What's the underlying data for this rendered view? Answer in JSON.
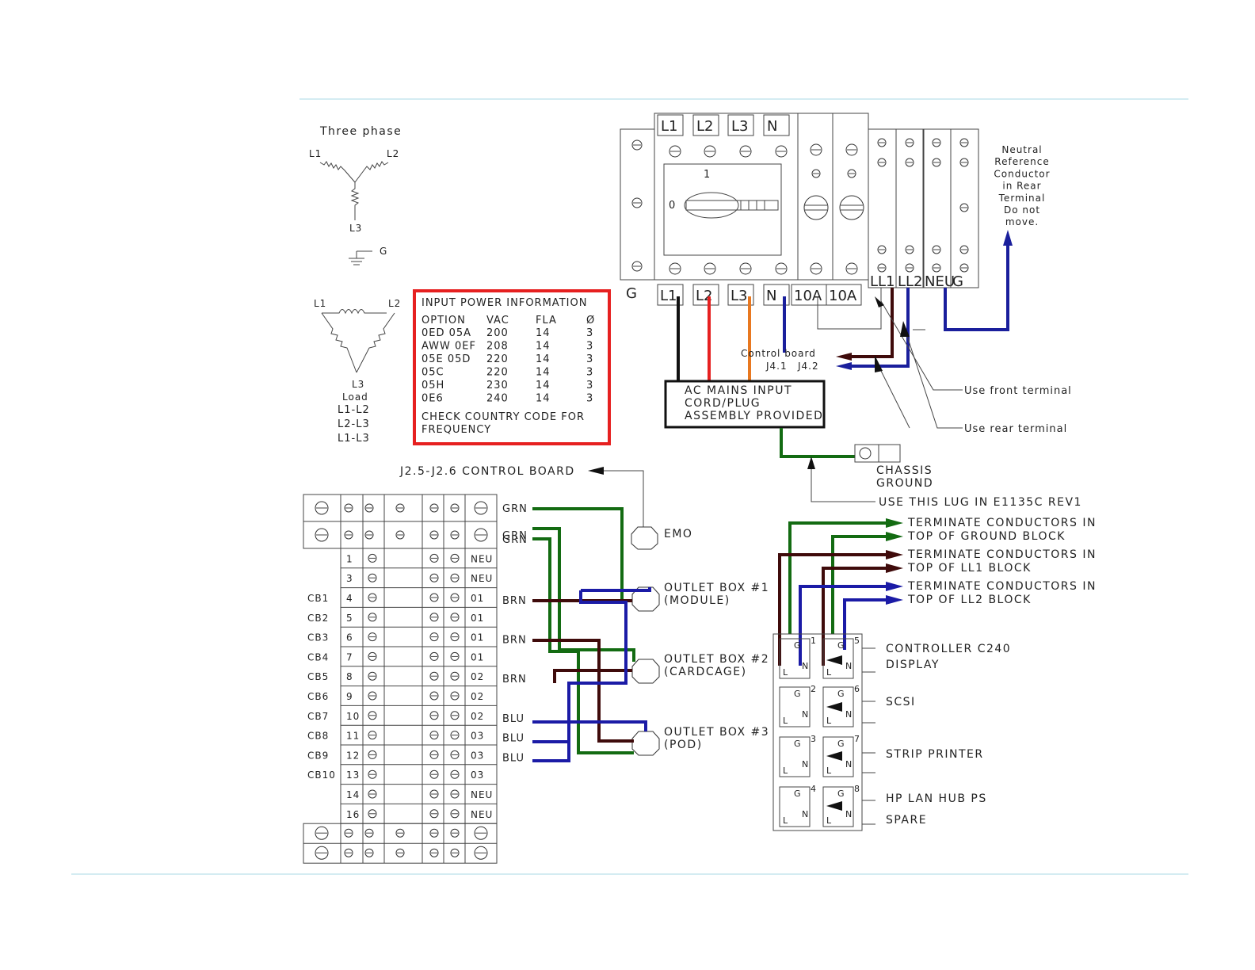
{
  "page": {
    "rule_color": "#a8d8e6"
  },
  "schematic": {
    "three_phase_title": "Three phase",
    "wye": {
      "l1": "L1",
      "l2": "L2",
      "l3": "L3",
      "g": "G"
    },
    "delta": {
      "l1": "L1",
      "l2": "L2",
      "l3": "L3",
      "load": "Load",
      "loads": [
        "L1-L2",
        "L2-L3",
        "L1-L3"
      ]
    }
  },
  "power_info": {
    "title": "INPUT POWER INFORMATION",
    "border_color": "#e62020",
    "headers": [
      "OPTION",
      "VAC",
      "FLA",
      "Ø"
    ],
    "rows": [
      [
        "0ED 05A",
        "200",
        "14",
        "3"
      ],
      [
        "AWW 0EF",
        "208",
        "14",
        "3"
      ],
      [
        "05E 05D",
        "220",
        "14",
        "3"
      ],
      [
        "05C",
        "220",
        "14",
        "3"
      ],
      [
        "05H",
        "230",
        "14",
        "3"
      ],
      [
        "0E6",
        "240",
        "14",
        "3"
      ]
    ],
    "note_line1": "CHECK COUNTRY CODE FOR",
    "note_line2": "FREQUENCY"
  },
  "breaker": {
    "top_labels": [
      "L1",
      "L2",
      "L3",
      "N"
    ],
    "bottom_labels": [
      "L1",
      "L2",
      "L3",
      "N",
      "10A",
      "10A"
    ],
    "g_label": "G",
    "switch_position": "1",
    "switch_off": "0",
    "block_labels": [
      "LL1",
      "LL2",
      "NEU",
      "G"
    ]
  },
  "neutral_note": [
    "Neutral",
    "Reference",
    "Conductor",
    "in Rear",
    "Terminal",
    "Do not",
    "move."
  ],
  "control_board": {
    "label": "Control board",
    "j41": "J4.1",
    "j42": "J4.2"
  },
  "terminals": {
    "front": "Use front terminal",
    "rear": "Use rear terminal"
  },
  "ac_mains": [
    "AC MAINS INPUT",
    "CORD/PLUG",
    "ASSEMBLY PROVIDED"
  ],
  "chassis": [
    "CHASSIS",
    "GROUND"
  ],
  "lug_note": "USE THIS LUG IN E1135C REV1",
  "terminate_notes": [
    [
      "TERMINATE CONDUCTORS IN",
      "TOP OF GROUND BLOCK"
    ],
    [
      "TERMINATE CONDUCTORS IN",
      "TOP OF LL1 BLOCK"
    ],
    [
      "TERMINATE CONDUCTORS IN",
      "TOP OF LL2 BLOCK"
    ]
  ],
  "control_board_emo": "J2.5-J2.6 CONTROL BOARD",
  "emo": "EMO",
  "outlets": [
    {
      "title": "OUTLET BOX #1",
      "sub": "(MODULE)"
    },
    {
      "title": "OUTLET BOX #2",
      "sub": "(CARDCAGE)"
    },
    {
      "title": "OUTLET BOX #3",
      "sub": "(POD)"
    }
  ],
  "wire_colors": {
    "grn": "#136b12",
    "brn": "#3f0b0b",
    "blu": "#1b1ba6",
    "red": "#e62020",
    "orange": "#e87820",
    "navy": "#1a1f9c"
  },
  "terminal_block": {
    "top_rows": [
      {
        "wire": "GRN"
      },
      {
        "wire": "GRN"
      },
      {
        "wire": "GRN"
      }
    ],
    "rows": [
      {
        "cb": "",
        "num": "1",
        "out": "NEU",
        "wire": ""
      },
      {
        "cb": "",
        "num": "3",
        "out": "NEU",
        "wire": ""
      },
      {
        "cb": "CB1",
        "num": "4",
        "out": "01",
        "wire": "BRN"
      },
      {
        "cb": "CB2",
        "num": "5",
        "out": "01",
        "wire": ""
      },
      {
        "cb": "CB3",
        "num": "6",
        "out": "01",
        "wire": "BRN"
      },
      {
        "cb": "CB4",
        "num": "7",
        "out": "01",
        "wire": ""
      },
      {
        "cb": "CB5",
        "num": "8",
        "out": "02",
        "wire": "BRN"
      },
      {
        "cb": "CB6",
        "num": "9",
        "out": "02",
        "wire": ""
      },
      {
        "cb": "CB7",
        "num": "10",
        "out": "02",
        "wire": "BLU"
      },
      {
        "cb": "CB8",
        "num": "11",
        "out": "03",
        "wire": "BLU"
      },
      {
        "cb": "CB9",
        "num": "12",
        "out": "03",
        "wire": "BLU"
      },
      {
        "cb": "CB10",
        "num": "13",
        "out": "03",
        "wire": ""
      },
      {
        "cb": "",
        "num": "14",
        "out": "NEU",
        "wire": ""
      },
      {
        "cb": "",
        "num": "16",
        "out": "NEU",
        "wire": ""
      }
    ]
  },
  "panel": {
    "slot_numbers": [
      "1",
      "5",
      "2",
      "6",
      "3",
      "7",
      "4",
      "8"
    ],
    "labels": [
      "CONTROLLER C240",
      "DISPLAY",
      "SCSI",
      "STRIP PRINTER",
      "HP LAN HUB PS",
      "SPARE"
    ],
    "pin_g": "G",
    "pin_n": "N",
    "pin_l": "L"
  }
}
